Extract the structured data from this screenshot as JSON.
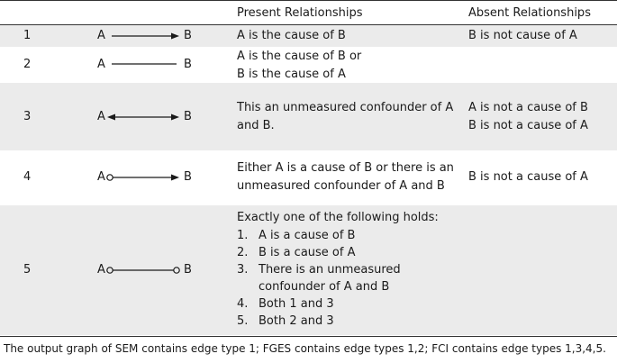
{
  "header": {
    "present": "Present Relationships",
    "absent": "Absent Relationships"
  },
  "rows": [
    {
      "num": "1",
      "a": "A",
      "b": "B",
      "edge_type": "directed",
      "present": "A is the cause of B",
      "absent": "B is not cause of A"
    },
    {
      "num": "2",
      "a": "A",
      "b": "B",
      "edge_type": "undirected",
      "present": "A is the cause of B or\nB is the cause of A",
      "absent": ""
    },
    {
      "num": "3",
      "a": "A",
      "b": "B",
      "edge_type": "bidirected",
      "present": "This an unmeasured confounder of A and B.",
      "absent": "A is not a cause of B\nB is not a cause of A"
    },
    {
      "num": "4",
      "a": "A",
      "b": "B",
      "edge_type": "circle-arrow",
      "present": "Either A is a cause of B or there is an unmeasured confounder of A and B",
      "absent": "B is not a cause of A"
    },
    {
      "num": "5",
      "a": "A",
      "b": "B",
      "edge_type": "circle-circle",
      "present_intro": "Exactly one of the following holds:",
      "options": [
        {
          "n": "1.",
          "text": "A is a cause of B"
        },
        {
          "n": "2.",
          "text": "B is a cause of A"
        },
        {
          "n": "3.",
          "text": "There is an unmeasured confounder of A and B"
        },
        {
          "n": "4.",
          "text": "Both 1 and 3"
        },
        {
          "n": "5.",
          "text": "Both 2 and 3"
        }
      ],
      "absent": ""
    }
  ],
  "footnote": "The output graph of SEM contains edge type 1; FGES contains edge types 1,2; FCI contains edge types 1,3,4,5."
}
